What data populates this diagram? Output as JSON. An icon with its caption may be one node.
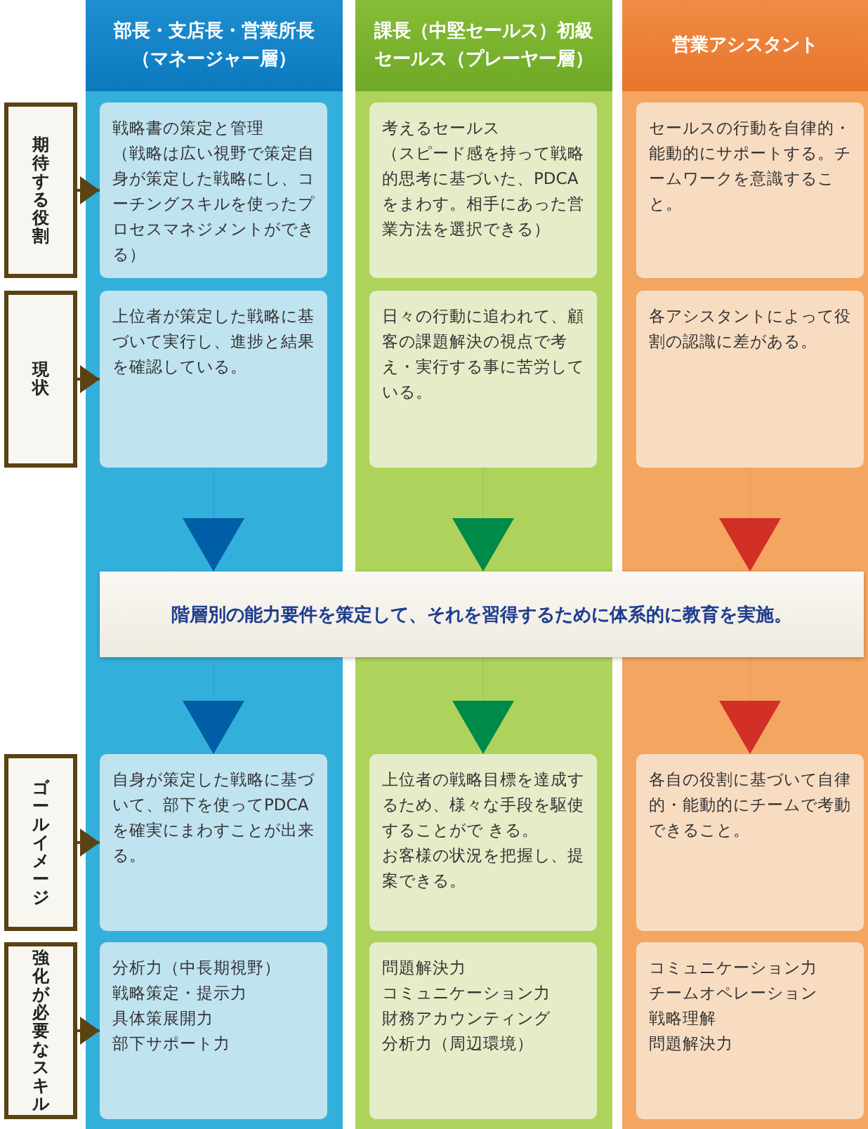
{
  "diagram": {
    "nodes": [
      {
        "text": [
          "部長・支店長・営業所長（マネージャー層）"
        ]
      },
      {
        "text": [
          "課長（中堅セールス）初級セールス（プレーヤー層）"
        ]
      },
      {
        "text": [
          "営業アシスタント"
        ]
      },
      {
        "text": [
          "期待する役割"
        ]
      },
      {
        "text": [
          "戦略書の策定と管理",
          "（戦略は広い視野で策定自身が策定した戦略にし、コーチングスキルを使ったプロセスマネジメントができる）"
        ],
        "in": 0
      },
      {
        "text": [
          "考えるセールス",
          "（スピード感を持って戦略的思考に基づいた、PDCAをまわす。相手にあった営業方法を選択できる）"
        ],
        "in": 1
      },
      {
        "text": [
          "セールスの行動を自律的・能動的にサポートする。チームワークを意識すること。"
        ],
        "in": 2
      },
      {
        "text": [
          "現状"
        ]
      },
      {
        "text": [
          "上位者が策定した戦略に基づいて実行し、進捗と結果を確認している。"
        ],
        "in": 0
      },
      {
        "text": [
          "日々の行動に追われて、顧客の課題解決の視点で考え・実行する事に苦労している。"
        ],
        "in": 1
      },
      {
        "text": [
          "各アシスタントによって役割の認識に差がある。"
        ],
        "in": 2
      },
      {
        "text": [
          "階層別の能力要件を策定して、それを習得するために体系的に教育を実施。"
        ]
      },
      {
        "text": [
          "ゴールイメージ"
        ]
      },
      {
        "text": [
          "自身が策定した戦略に基づいて、部下を使ってPDCAを確実にまわすことが出来る。"
        ],
        "in": 0
      },
      {
        "text": [
          "上位者の戦略目標を達成するため、様々な手段を駆使することがで きる。",
          "お客様の状況を把握し、提案できる。"
        ],
        "in": 1
      },
      {
        "text": [
          "各自の役割に基づいて自律的・能動的にチームで考動できること。"
        ],
        "in": 2
      },
      {
        "text": [
          "強化が必要なスキル"
        ]
      },
      {
        "text": [
          "分析力（中長期視野）",
          "戦略策定・提示力",
          "具体策展開力",
          "部下サポート力"
        ],
        "in": 0
      },
      {
        "text": [
          "問題解決力",
          "コミュニケーション力",
          "財務アカウンティング",
          "分析力（周辺環境）"
        ],
        "in": 1
      },
      {
        "text": [
          "コミュニケーション力",
          "チームオペレーション",
          "戦略理解",
          "問題解決力"
        ],
        "in": 2
      }
    ],
    "edges": [
      {
        "from": 3,
        "to": 4,
        "arrow": "to",
        "color": "#5b4212"
      },
      {
        "from": 7,
        "to": 8,
        "arrow": "to",
        "color": "#5b4212"
      },
      {
        "from": 8,
        "to": 11,
        "arrow": "to",
        "color": "#005ea6"
      },
      {
        "from": 9,
        "to": 11,
        "arrow": "to",
        "color": "#008a4a"
      },
      {
        "from": 10,
        "to": 11,
        "arrow": "to",
        "color": "#d22f27"
      },
      {
        "from": 11,
        "to": 13,
        "arrow": "to",
        "color": "#005ea6"
      },
      {
        "from": 11,
        "to": 14,
        "arrow": "to",
        "color": "#008a4a"
      },
      {
        "from": 11,
        "to": 15,
        "arrow": "to",
        "color": "#d22f27"
      },
      {
        "from": 12,
        "to": 13,
        "arrow": "to",
        "color": "#5b4212"
      },
      {
        "from": 16,
        "to": 17,
        "arrow": "to",
        "color": "#5b4212"
      }
    ]
  }
}
